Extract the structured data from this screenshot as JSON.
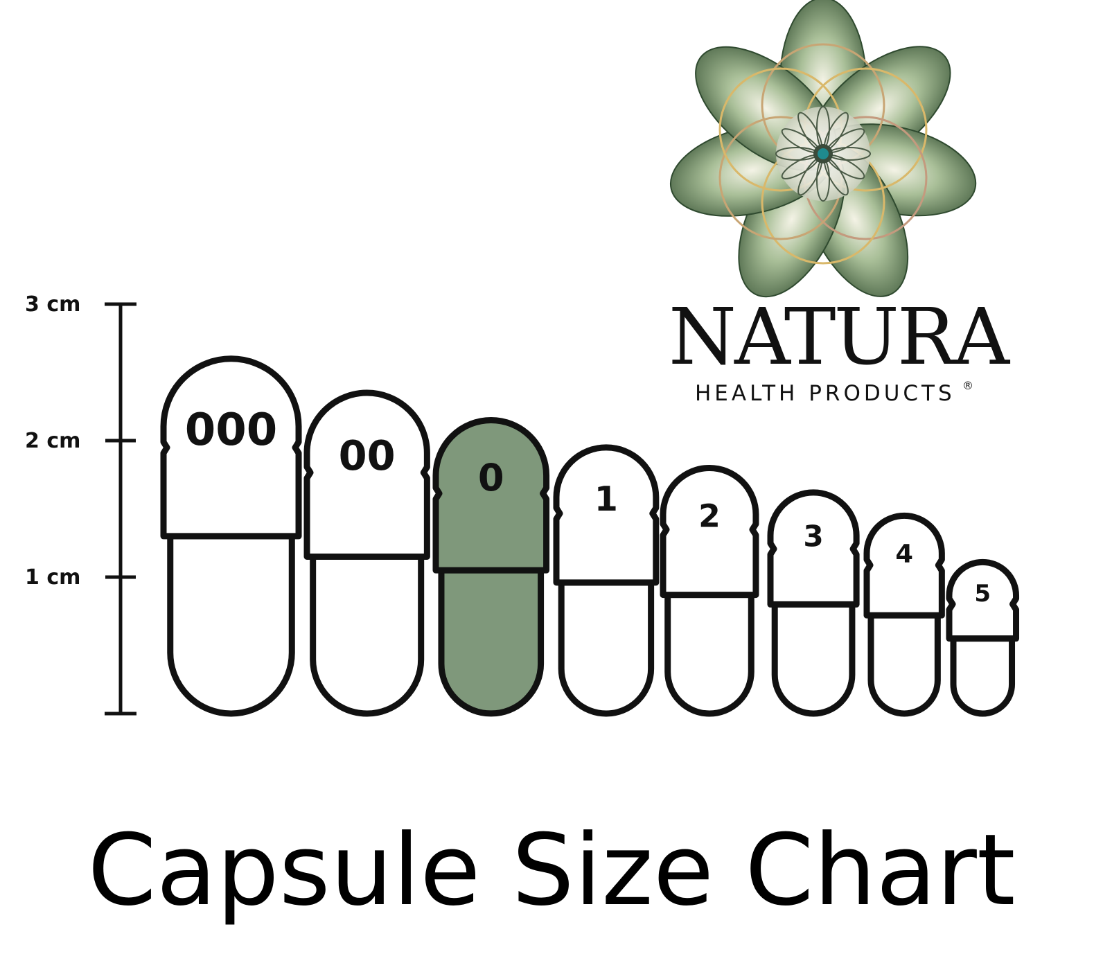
{
  "colors": {
    "outline": "#111111",
    "highlight_fill": "#7f987b",
    "capsule_fill": "#ffffff"
  },
  "brand": {
    "name": "NATURA",
    "subtitle": "HEALTH PRODUCTS",
    "registered_mark": "®",
    "logo_icon": "flower-of-life-lotus-logo"
  },
  "title": "Capsule Size Chart",
  "chart_data": {
    "type": "diagram",
    "unit": "cm",
    "scale": {
      "range": [
        0,
        3
      ],
      "ticks": [
        {
          "value": 3,
          "label": "3 cm"
        },
        {
          "value": 2,
          "label": "2 cm"
        },
        {
          "value": 1,
          "label": "1 cm"
        }
      ]
    },
    "capsules": [
      {
        "label": "000",
        "length_cm": 2.6,
        "cap_bottom_cm": 1.3,
        "diameter_cm": 0.99,
        "highlighted": false
      },
      {
        "label": "00",
        "length_cm": 2.35,
        "cap_bottom_cm": 1.15,
        "diameter_cm": 0.88,
        "highlighted": false
      },
      {
        "label": "0",
        "length_cm": 2.15,
        "cap_bottom_cm": 1.05,
        "diameter_cm": 0.81,
        "highlighted": true
      },
      {
        "label": "1",
        "length_cm": 1.95,
        "cap_bottom_cm": 0.96,
        "diameter_cm": 0.73,
        "highlighted": false
      },
      {
        "label": "2",
        "length_cm": 1.8,
        "cap_bottom_cm": 0.87,
        "diameter_cm": 0.68,
        "highlighted": false
      },
      {
        "label": "3",
        "length_cm": 1.62,
        "cap_bottom_cm": 0.8,
        "diameter_cm": 0.63,
        "highlighted": false
      },
      {
        "label": "4",
        "length_cm": 1.45,
        "cap_bottom_cm": 0.72,
        "diameter_cm": 0.55,
        "highlighted": false
      },
      {
        "label": "5",
        "length_cm": 1.11,
        "cap_bottom_cm": 0.55,
        "diameter_cm": 0.49,
        "highlighted": false
      }
    ]
  }
}
